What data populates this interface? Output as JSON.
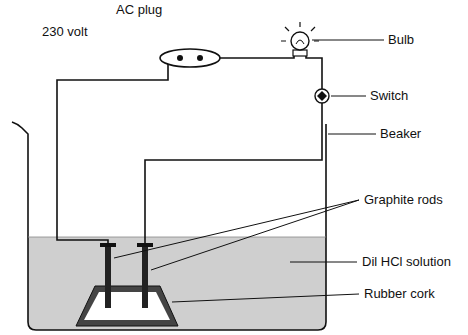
{
  "diagram": {
    "labels": [
      "AC plug",
      "230 volt",
      "Bulb",
      "Switch",
      "Beaker",
      "Graphite rods",
      "Dil HCl solution",
      "Rubber cork"
    ]
  }
}
